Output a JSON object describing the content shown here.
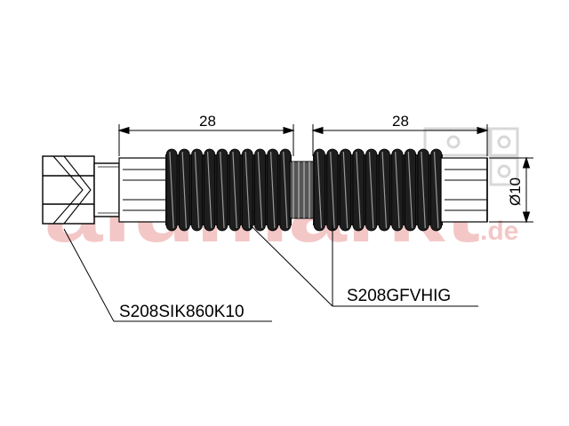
{
  "watermark": {
    "main": "alumarkt",
    "suffix": ".de",
    "color": "#f4c7c7"
  },
  "dimensions": {
    "left_length": "28",
    "right_length": "28",
    "diameter": "Ø10"
  },
  "labels": {
    "part_left": "S208SIK860K10",
    "part_right": "S208GFVHIG"
  },
  "colors": {
    "line": "#000000",
    "bellows_dark": "#1e1e1e",
    "bellows_light": "#9a9a9a"
  }
}
